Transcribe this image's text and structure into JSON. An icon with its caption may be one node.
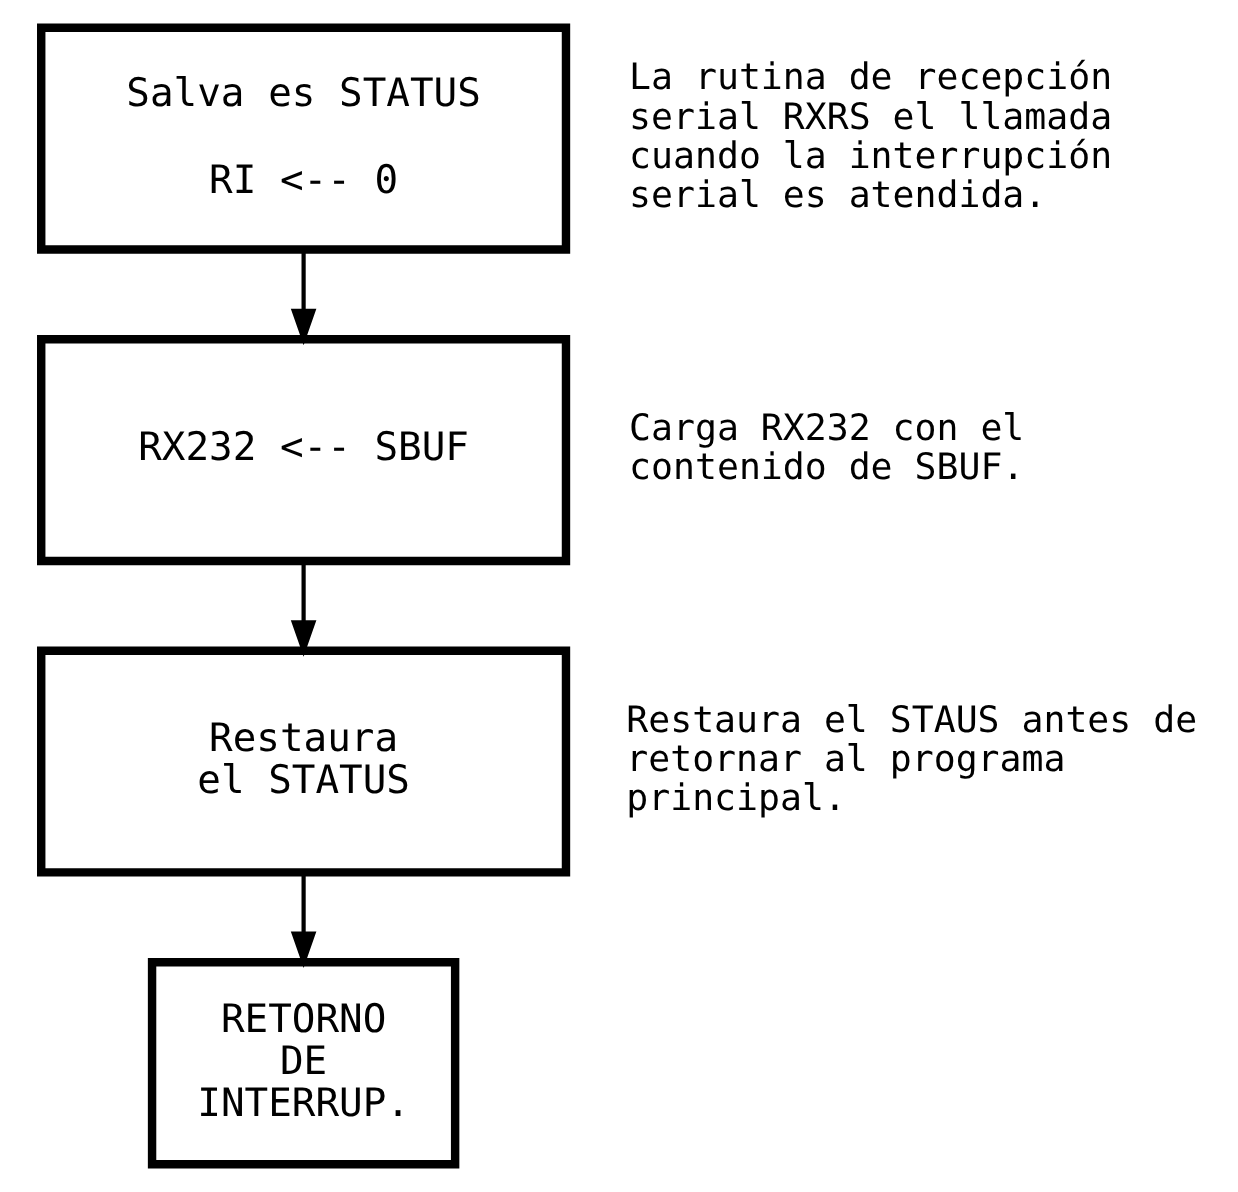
{
  "diagram": {
    "nodes": [
      {
        "text": [
          "Salva es STATUS",
          "RI <-- 0"
        ],
        "beside": [
          "La rutina de recepción serial RXRS el llamada cuando la interrupción serial es atendida."
        ]
      },
      {
        "text": [
          "RX232 <-- SBUF"
        ],
        "beside": [
          "Carga RX232 con el contenido de SBUF."
        ]
      },
      {
        "text": [
          "Restaura el STATUS"
        ],
        "beside": [
          "Restaura el STAUS antes de retornar al programa principal."
        ]
      },
      {
        "text": [
          "RETORNO DE INTERRUP."
        ]
      }
    ],
    "edges": [
      {
        "from": 0,
        "to": 1,
        "arrow": "to"
      },
      {
        "from": 1,
        "to": 2,
        "arrow": "to"
      },
      {
        "from": 2,
        "to": 3,
        "arrow": "to"
      }
    ]
  }
}
